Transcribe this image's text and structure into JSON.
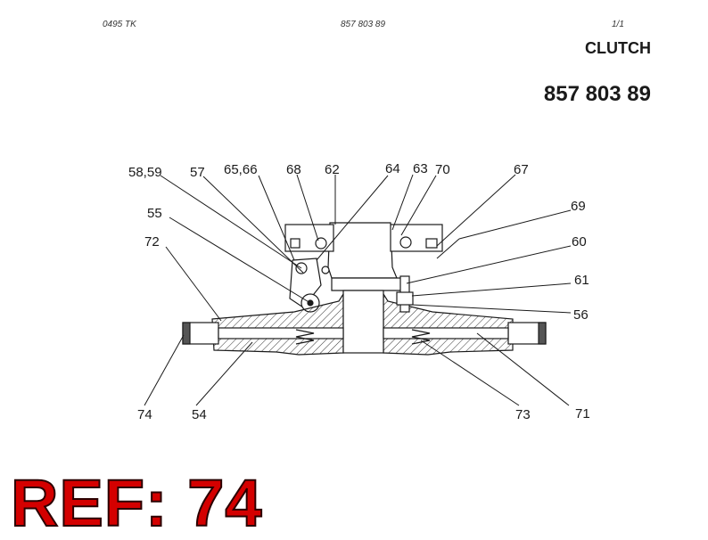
{
  "header": {
    "code": "0495  TK",
    "document_number": "857 803 89",
    "page": "1/1",
    "title": "CLUTCH",
    "part_number": "857 803 89"
  },
  "callouts": [
    "58,59",
    "57",
    "65,66",
    "68",
    "62",
    "64",
    "63",
    "70",
    "67",
    "69",
    "55",
    "60",
    "72",
    "61",
    "56",
    "74",
    "54",
    "73",
    "71"
  ],
  "reference": "REF: 74",
  "colors": {
    "reference": "#d40000",
    "ink": "#1a1a1a"
  }
}
